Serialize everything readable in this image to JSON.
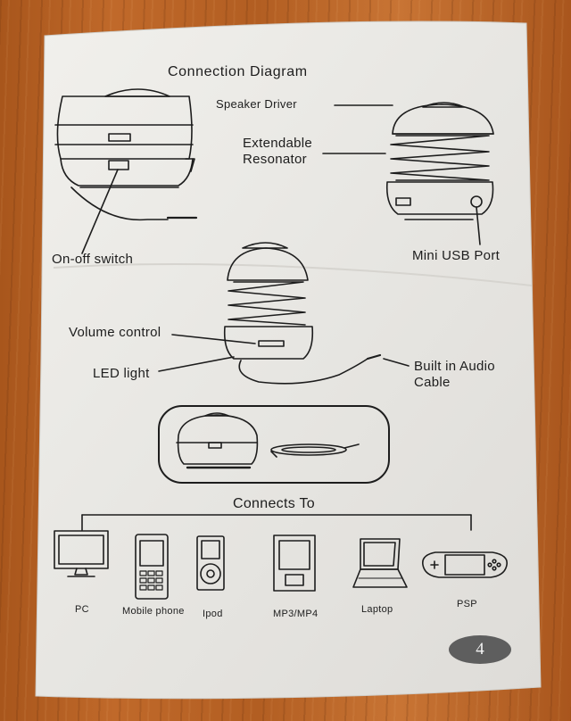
{
  "title": "Connection Diagram",
  "callouts": {
    "speaker_driver": "Speaker Driver",
    "extendable_resonator": "Extendable\nResonator",
    "on_off_switch": "On-off switch",
    "mini_usb_port": "Mini USB Port",
    "volume_control": "Volume control",
    "led_light": "LED light",
    "built_in_audio_cable": "Built in Audio\nCable"
  },
  "connects_to": {
    "heading": "Connects To",
    "devices": [
      "PC",
      "Mobile phone",
      "Ipod",
      "MP3/MP4",
      "Laptop",
      "PSP"
    ]
  },
  "page_number": "4",
  "colors": {
    "ink": "#1d1d1d",
    "paper": "#ecebe7",
    "table": "#b6622a",
    "page_badge": "#5e5e5e"
  }
}
